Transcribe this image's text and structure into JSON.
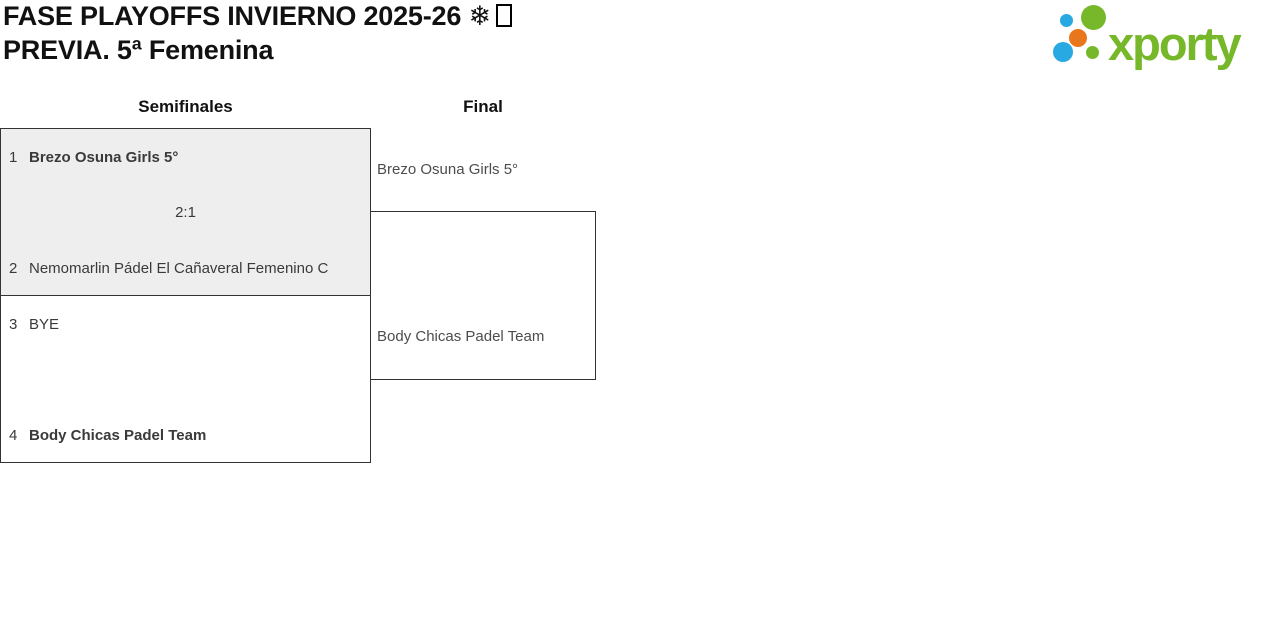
{
  "header": {
    "title_line1": "FASE PLAYOFFS INVIERNO 2025-26 ❄",
    "title_missing_glyph": "□",
    "title_line2": "PREVIA. 5ª Femenina"
  },
  "logo": {
    "wordmark": "xporty",
    "colors": {
      "green": "#76b82a",
      "blue": "#29a9e1",
      "orange": "#e8761d"
    }
  },
  "bracket": {
    "rounds": [
      {
        "label": "Semifinales"
      },
      {
        "label": "Final"
      }
    ],
    "matches": {
      "semifinal1": {
        "team1": {
          "seed": "1",
          "name": "Brezo Osuna Girls 5°",
          "winner": true
        },
        "score": "2:1",
        "team2": {
          "seed": "2",
          "name": "Nemomarlin Pádel El Cañaveral Femenino C",
          "winner": false
        }
      },
      "semifinal2": {
        "team1": {
          "seed": "3",
          "name": "BYE",
          "winner": false
        },
        "score": "",
        "team2": {
          "seed": "4",
          "name": "Body Chicas Padel Team",
          "winner": true
        }
      },
      "final": {
        "team1": {
          "name": "Brezo Osuna Girls 5°"
        },
        "score": "",
        "team2": {
          "name": "Body Chicas Padel Team"
        }
      }
    },
    "style": {
      "box_border": "#333333",
      "sf1_fill": "#eeeeee",
      "sf2_fill": "#ffffff"
    }
  }
}
